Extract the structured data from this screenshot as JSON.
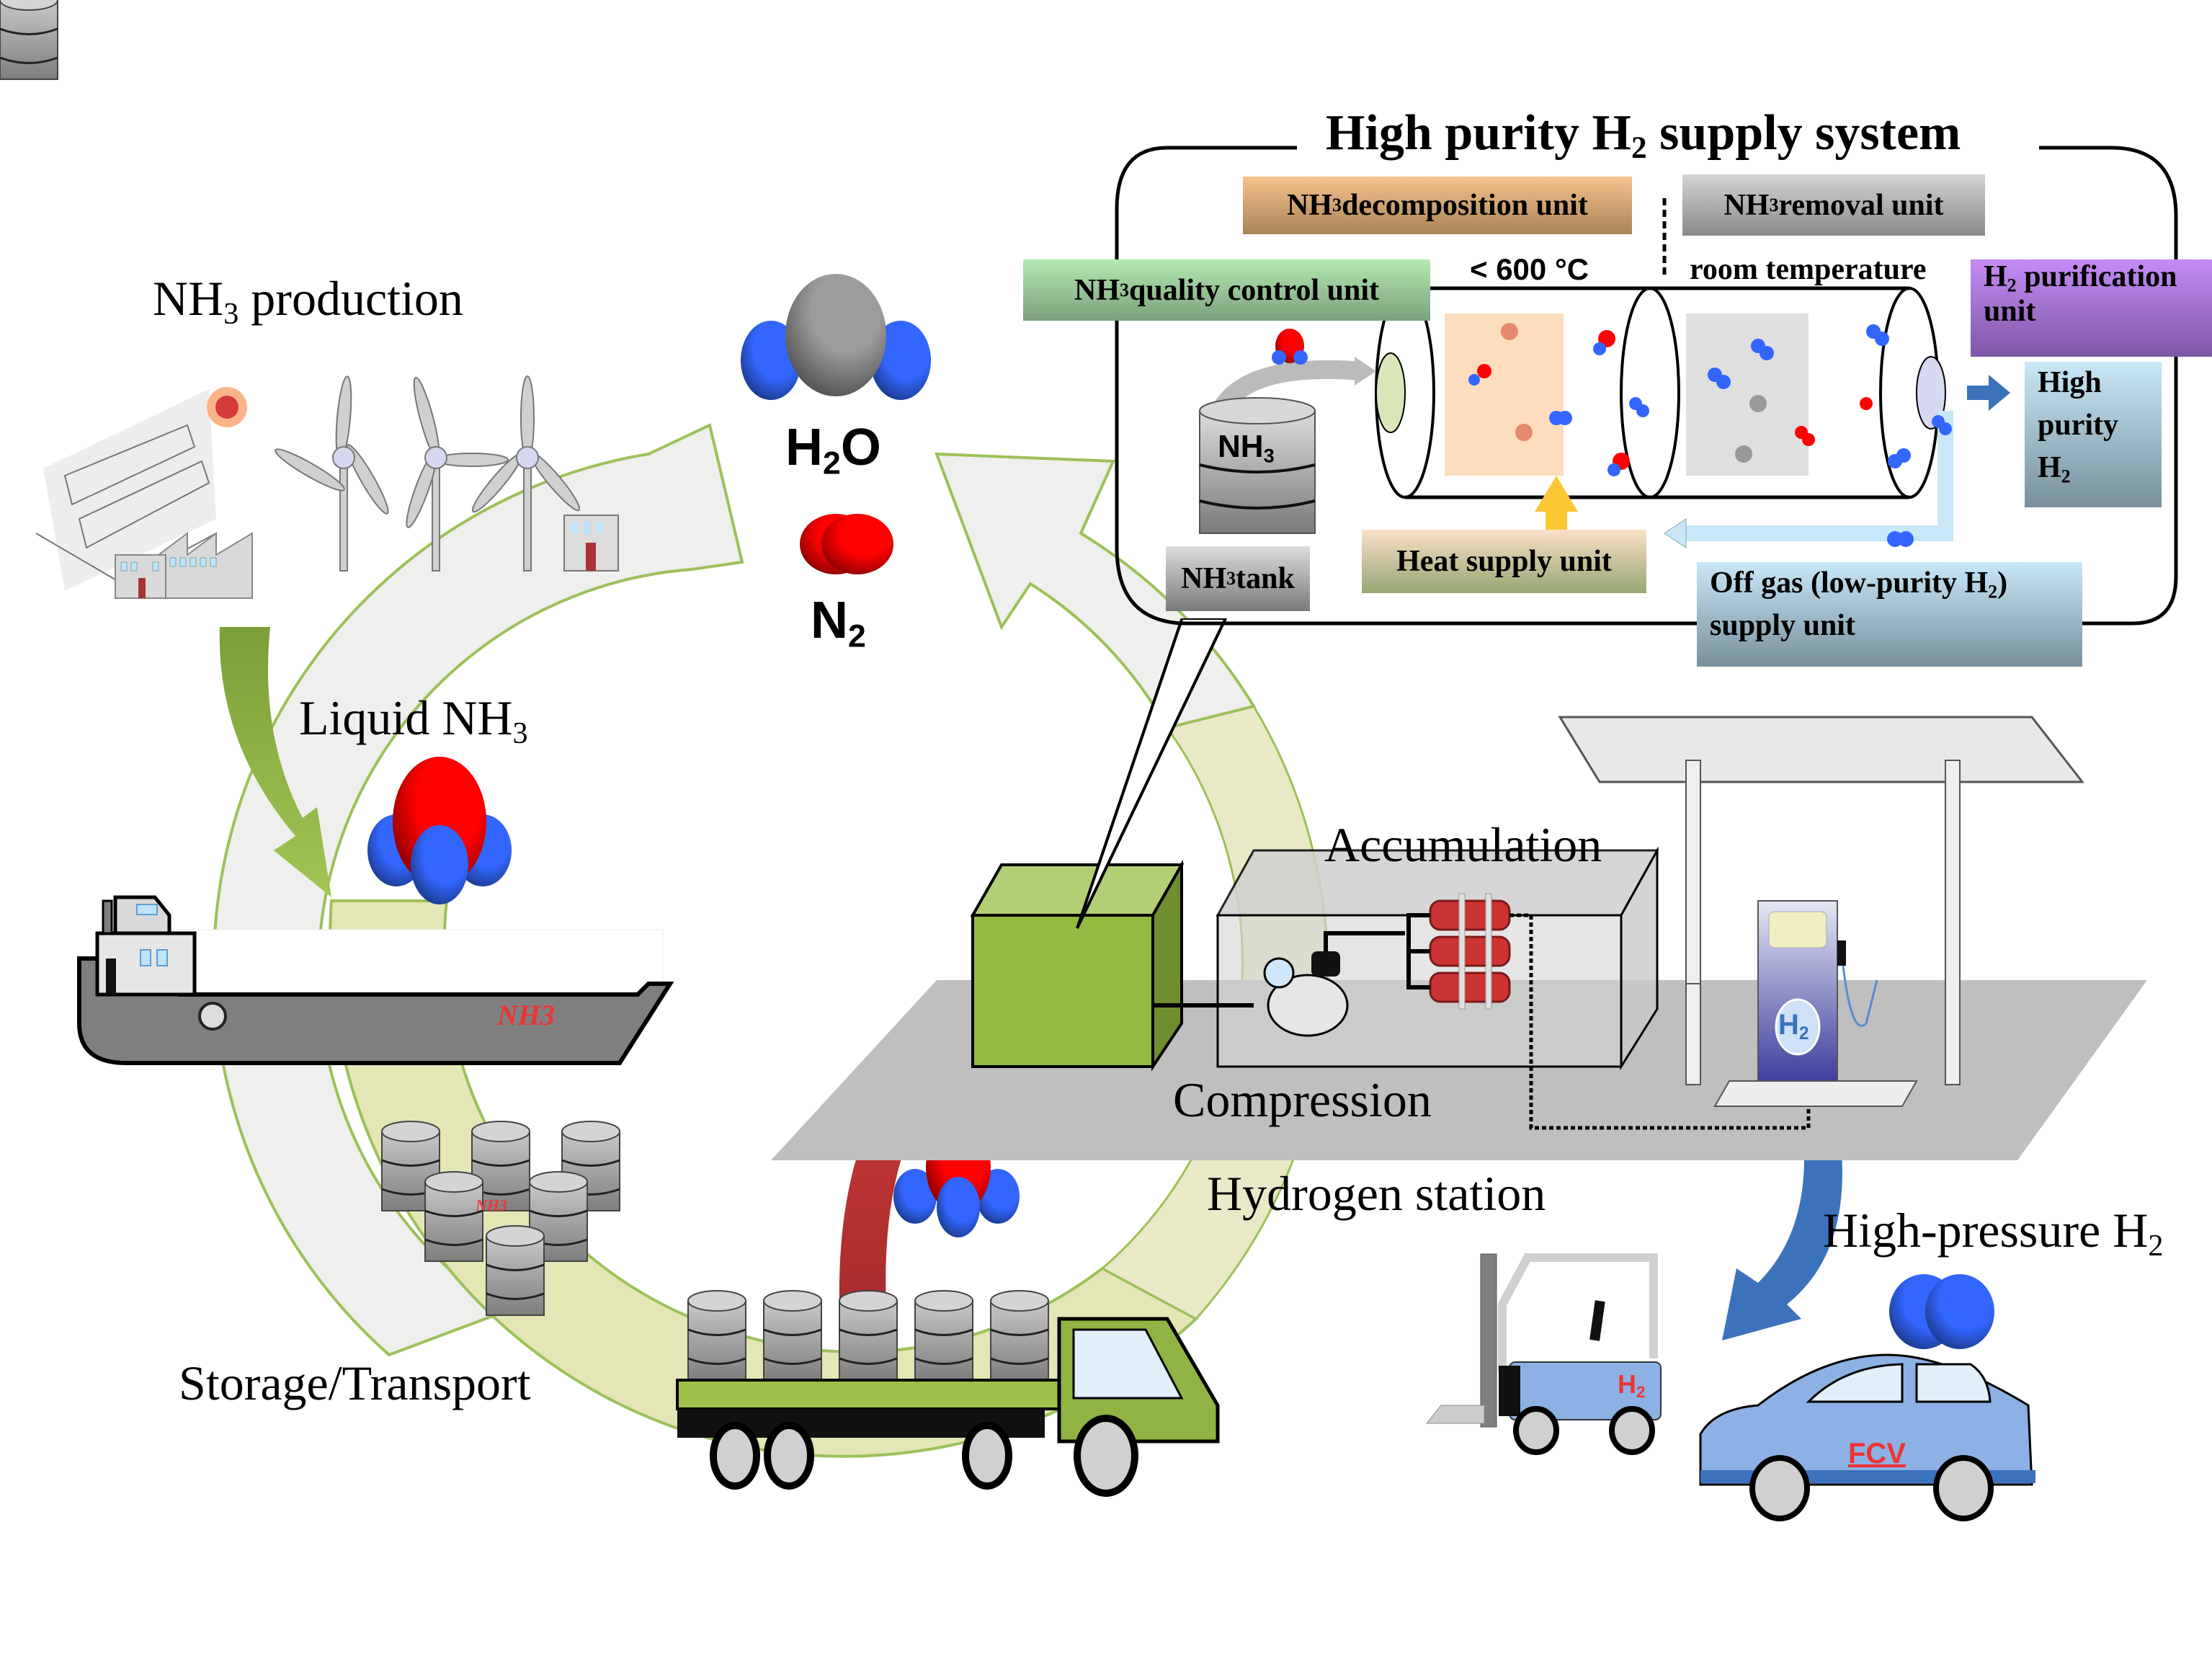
{
  "diagram": {
    "labels": {
      "nh3_production": {
        "main": "NH",
        "sub": "3",
        "rest": " production"
      },
      "liquid_nh3": {
        "main": "Liquid NH",
        "sub": "3"
      },
      "storage_transport": "Storage/Transport",
      "accumulation": "Accumulation",
      "compression": "Compression",
      "hydrogen_station": "Hydrogen station",
      "high_pressure_h2": {
        "main": "High-pressure H",
        "sub": "2"
      }
    },
    "products": {
      "h2o": {
        "main": "H",
        "sub": "2",
        "rest": "O"
      },
      "n2": {
        "main": "N",
        "sub": "2"
      }
    },
    "supply_system": {
      "title": {
        "main": "High purity H",
        "sub": "2",
        "rest": " supply system"
      },
      "temperature_hot": "< 600 °C",
      "temperature_room": "room temperature",
      "tank_text": {
        "main": "NH",
        "sub": "3"
      },
      "units": {
        "decomposition": {
          "main": "NH",
          "sub": "3",
          "rest": " decomposition unit"
        },
        "removal": {
          "main": "NH",
          "sub": "3",
          "rest": " removal unit"
        },
        "quality_control": {
          "main": "NH",
          "sub": "3",
          "rest": " quality control unit"
        },
        "purification": {
          "main": "H",
          "sub": "2",
          "rest": " purification",
          "line2": "unit"
        },
        "high_purity": {
          "line1": "High",
          "line2": "purity",
          "line3": "H",
          "sub": "2"
        },
        "tank": {
          "main": "NH",
          "sub": "3",
          "rest": " tank"
        },
        "heat_supply": "Heat supply unit",
        "off_gas": {
          "main": "Off gas (low-purity H",
          "sub": "2",
          "rest": ")",
          "line2": "supply unit"
        }
      }
    },
    "vehicle_badges": {
      "forklift": {
        "main": "H",
        "sub": "2"
      },
      "car": "FCV",
      "dispenser": {
        "main": "H",
        "sub": "2"
      },
      "ship": "NH3",
      "barrel": "NH3"
    },
    "colors": {
      "cycle_arrow_fill": "#efefed",
      "cycle_arrow_stroke": "#9dc05a",
      "green_arrow": "#8fb443",
      "red_arrow": "#b83232",
      "blue_arrow": "#3b72bb",
      "oxygen_red": "#ff0000",
      "hydrogen_blue": "#3366ff",
      "nitrogen_grey": "#9a9a9a",
      "decomposition_unit": "#e8b48a",
      "removal_unit": "#b8b8b8",
      "quality_control_unit": "#9ed49a",
      "purification_unit": "#a77ed8",
      "high_purity_unit": "#a9cde3",
      "heat_supply_unit": "#d9dcaa",
      "off_gas_unit": "#a9c8e0",
      "station_floor": "#bfbfbf",
      "green_box": "#93bb42"
    }
  }
}
